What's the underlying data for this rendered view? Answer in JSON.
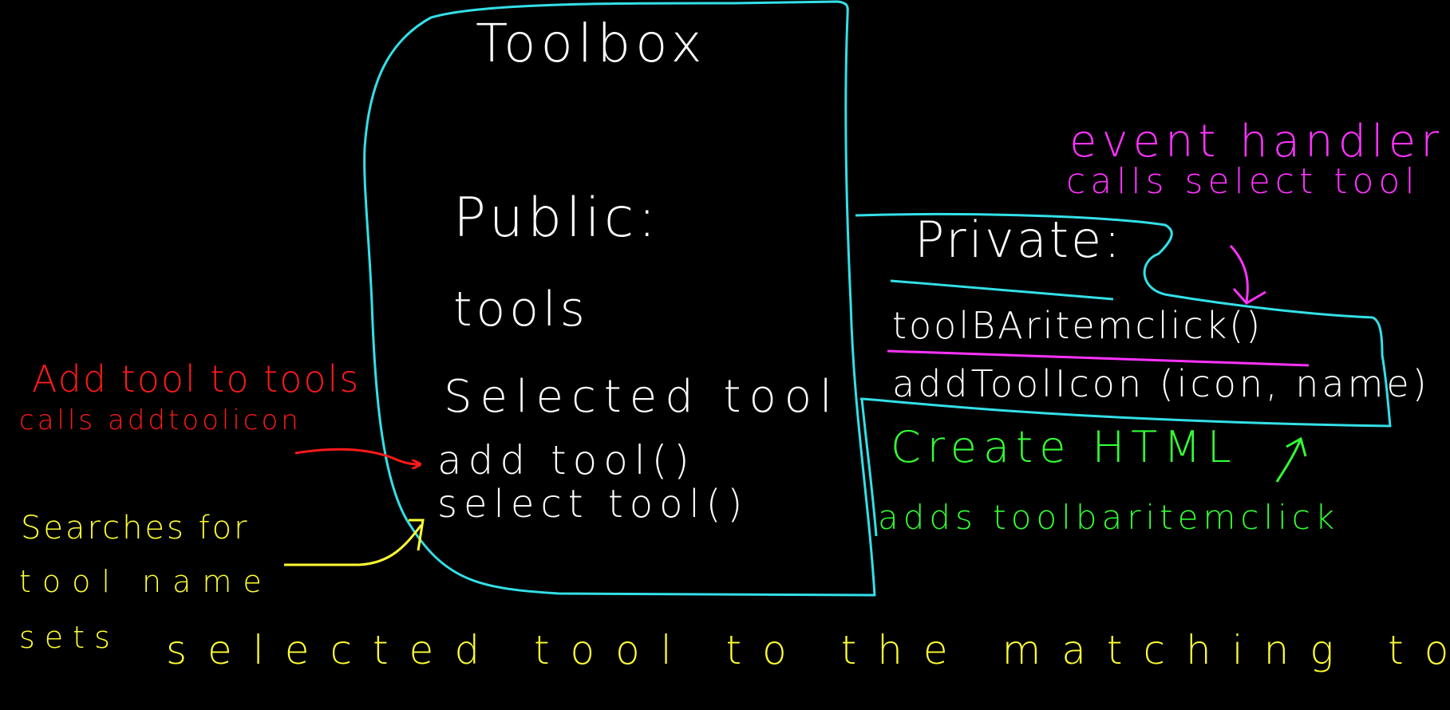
{
  "diagram": {
    "toolbox_title": "Toolbox",
    "public_section": {
      "heading": "Public:",
      "members": [
        "tools",
        "Selected tool",
        "add tool()",
        "select tool()"
      ]
    },
    "private_section": {
      "heading": "Private:",
      "methods": [
        "toolBAritemclick()",
        "addToolIcon (icon, name)"
      ]
    },
    "annotations": {
      "add_tool": [
        "Add tool to tools",
        "calls addtoolicon"
      ],
      "select_tool": [
        "Searches for",
        "tool name",
        "sets",
        "selected tool to the matching tool"
      ],
      "add_tool_icon": [
        "Create HTML",
        "adds toolbaritemclick"
      ],
      "toolbar_item_click": [
        "event handler",
        "calls select tool"
      ]
    }
  },
  "colors": {
    "background": "#000000",
    "box_outline": "#33e0e8",
    "text": "#ffffff",
    "add_tool_note": "#ff1a1a",
    "select_tool_note": "#ffff33",
    "add_tool_icon_note": "#33ff33",
    "click_handler_note": "#ff33ff"
  }
}
